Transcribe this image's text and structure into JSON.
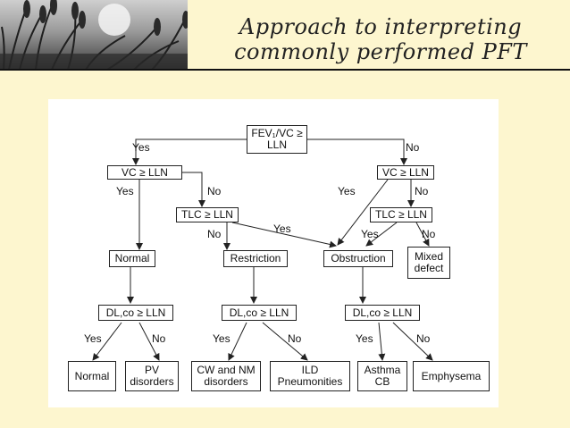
{
  "slide": {
    "title_line1": "Approach to interpreting",
    "title_line2": "commonly performed  PFT"
  },
  "flowchart": {
    "nodes": {
      "root": "FEV₁/VC ≥ LLN",
      "vc_left": "VC ≥ LLN",
      "vc_right": "VC ≥ LLN",
      "tlc_left": "TLC ≥ LLN",
      "tlc_right": "TLC ≥ LLN",
      "normal": "Normal",
      "restriction": "Restriction",
      "obstruction": "Obstruction",
      "mixed": "Mixed defect",
      "dl1": "DL,co ≥ LLN",
      "dl2": "DL,co ≥ LLN",
      "dl3": "DL,co ≥ LLN",
      "out_normal": "Normal",
      "out_pv": "PV disorders",
      "out_cw": "CW and NM disorders",
      "out_ild": "ILD Pneumonities",
      "out_asthma": "Asthma CB",
      "out_emph": "Emphysema"
    },
    "edge_labels": {
      "root_yes": "Yes",
      "root_no": "No",
      "vcl_yes": "Yes",
      "vcl_no": "No",
      "vcr_yes": "Yes",
      "vcr_no": "No",
      "tlcl_no": "No",
      "tlcl_yes": "Yes",
      "tlcr_yes": "Yes",
      "tlcr_no": "No",
      "dl1_yes": "Yes",
      "dl1_no": "No",
      "dl2_yes": "Yes",
      "dl2_no": "No",
      "dl3_yes": "Yes",
      "dl3_no": "No"
    }
  }
}
